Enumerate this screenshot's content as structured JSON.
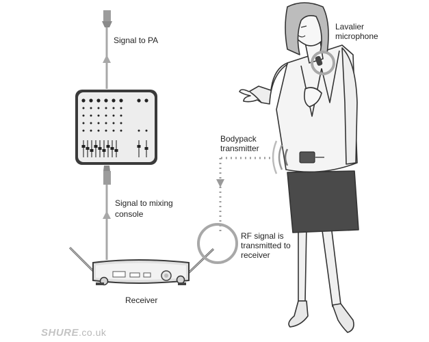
{
  "labels": {
    "signal_to_pa": "Signal to PA",
    "signal_to_mixing_line1": "Signal to mixing",
    "signal_to_mixing_line2": "console",
    "receiver": "Receiver",
    "lavalier_line1": "Lavalier",
    "lavalier_line2": "microphone",
    "bodypack_line1": "Bodypack",
    "bodypack_line2": "transmitter",
    "rf_line1": "RF signal is",
    "rf_line2": "transmitted to",
    "rf_line3": "receiver"
  },
  "watermark": {
    "brand": "SHURE",
    "suffix": ".co.uk"
  },
  "colors": {
    "line": "#9a9a9a",
    "device_fill": "#ececec",
    "outline": "#3a3a3a",
    "skirt": "#4a4a4a",
    "jacket": "#f2f2f2",
    "watermark": "#c4c4c4"
  }
}
